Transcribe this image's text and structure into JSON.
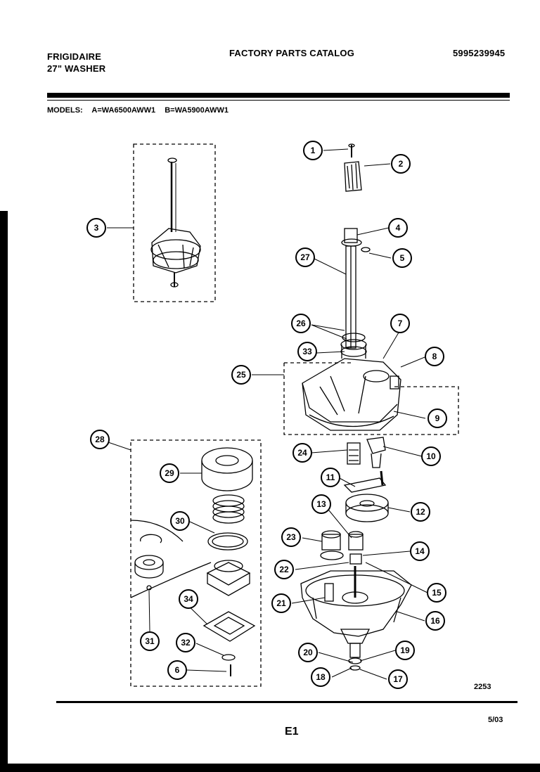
{
  "header": {
    "brand": "FRIGIDAIRE",
    "product": "27\" WASHER",
    "catalog_title": "FACTORY PARTS CATALOG",
    "catalog_number": "5995239945"
  },
  "models": {
    "label": "MODELS:",
    "a": "A=WA6500AWW1",
    "b": "B=WA5900AWW1"
  },
  "footer": {
    "drawing_code": "2253",
    "page_code": "E1",
    "date": "5/03"
  },
  "callouts": [
    "1",
    "2",
    "3",
    "4",
    "5",
    "27",
    "26",
    "7",
    "33",
    "8",
    "25",
    "9",
    "28",
    "29",
    "24",
    "10",
    "11",
    "30",
    "13",
    "12",
    "23",
    "14",
    "22",
    "15",
    "21",
    "16",
    "34",
    "31",
    "32",
    "20",
    "19",
    "6",
    "18",
    "17"
  ]
}
